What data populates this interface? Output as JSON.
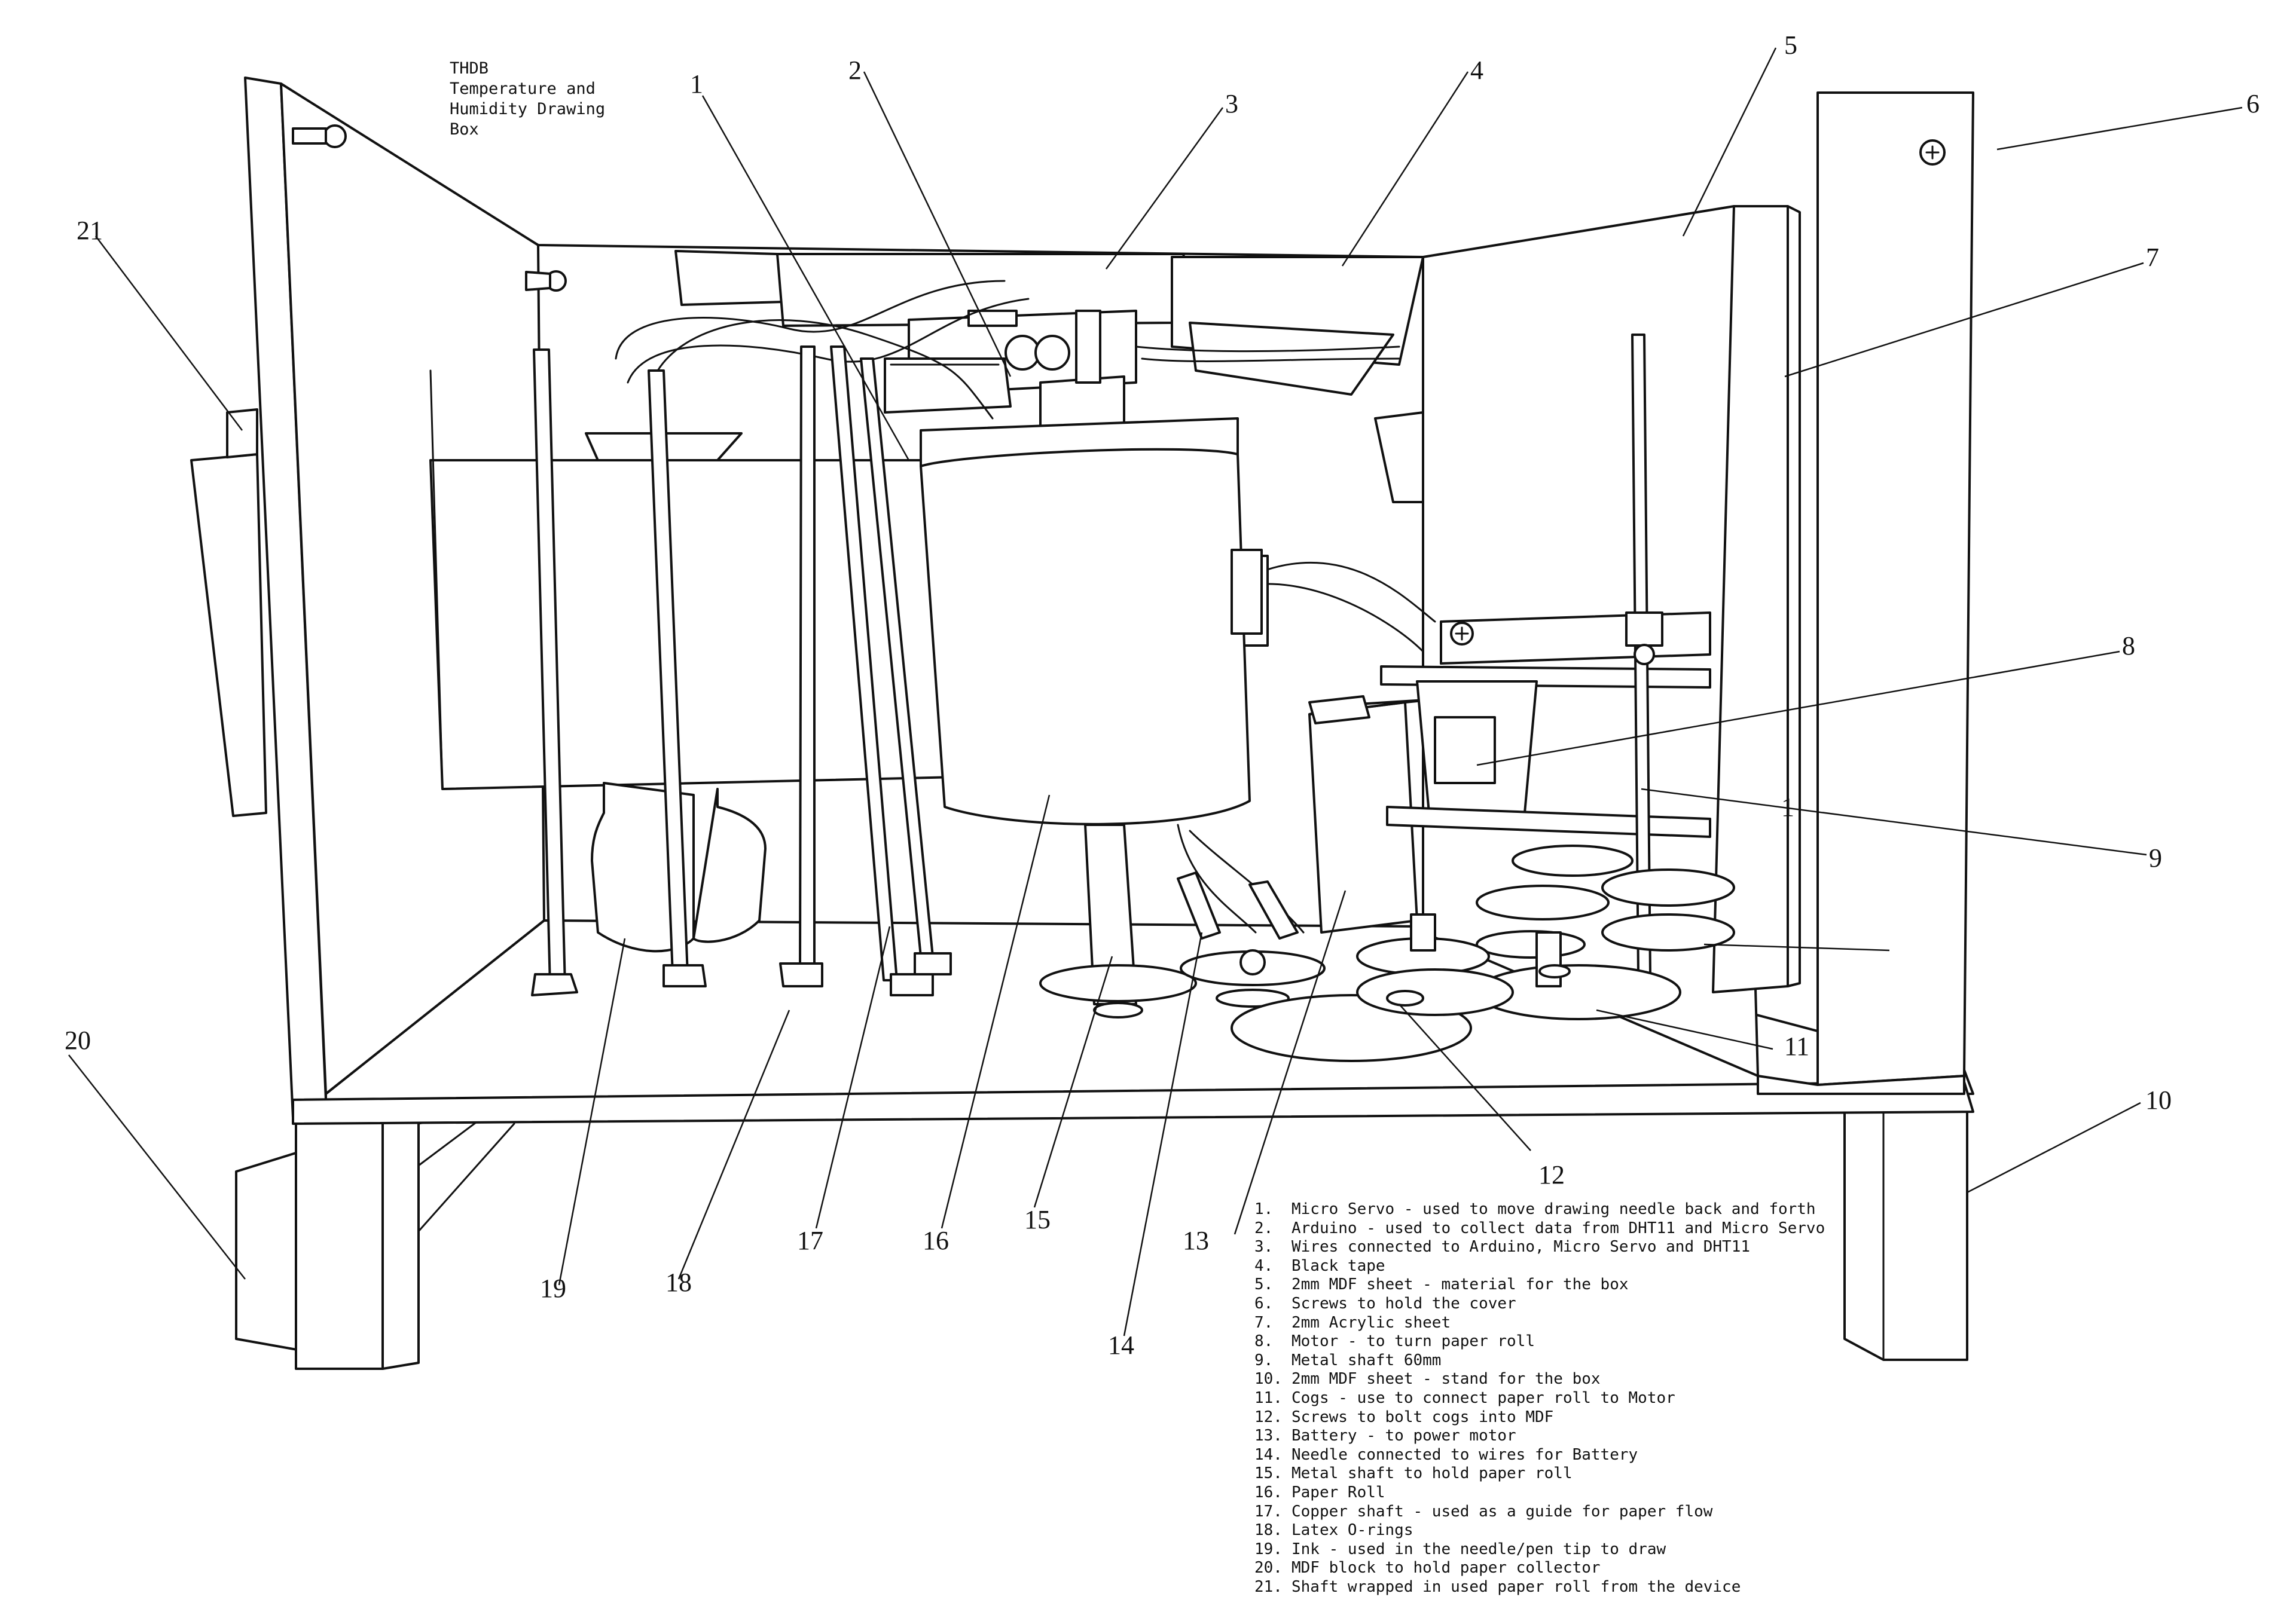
{
  "title": {
    "lines": [
      "THDB",
      "Temperature and",
      "Humidity Drawing",
      "Box"
    ]
  },
  "callouts": [
    {
      "id": "1",
      "label": "1"
    },
    {
      "id": "2",
      "label": "2"
    },
    {
      "id": "3",
      "label": "3"
    },
    {
      "id": "4",
      "label": "4"
    },
    {
      "id": "5",
      "label": "5"
    },
    {
      "id": "6",
      "label": "6"
    },
    {
      "id": "7",
      "label": "7"
    },
    {
      "id": "8",
      "label": "8"
    },
    {
      "id": "9",
      "label": "9"
    },
    {
      "id": "10",
      "label": "10"
    },
    {
      "id": "11",
      "label": "11"
    },
    {
      "id": "12",
      "label": "12"
    },
    {
      "id": "13",
      "label": "13"
    },
    {
      "id": "14",
      "label": "14"
    },
    {
      "id": "15",
      "label": "15"
    },
    {
      "id": "16",
      "label": "16"
    },
    {
      "id": "17",
      "label": "17"
    },
    {
      "id": "18",
      "label": "18"
    },
    {
      "id": "19",
      "label": "19"
    },
    {
      "id": "20",
      "label": "20"
    },
    {
      "id": "21",
      "label": "21"
    },
    {
      "id": "1b",
      "label": "1"
    }
  ],
  "legend": [
    {
      "index": "1.",
      "text": "Micro Servo - used to move drawing needle back and forth"
    },
    {
      "index": "2.",
      "text": "Arduino - used to collect data from DHT11 and Micro Servo"
    },
    {
      "index": "3.",
      "text": "Wires connected to Arduino, Micro Servo and DHT11"
    },
    {
      "index": "4.",
      "text": "Black tape"
    },
    {
      "index": "5.",
      "text": "2mm MDF sheet - material for the box"
    },
    {
      "index": "6.",
      "text": "Screws to hold the cover"
    },
    {
      "index": "7.",
      "text": "2mm Acrylic sheet"
    },
    {
      "index": "8.",
      "text": "Motor - to turn paper roll"
    },
    {
      "index": "9.",
      "text": "Metal shaft 60mm"
    },
    {
      "index": "10.",
      "text": "2mm MDF sheet - stand for the box"
    },
    {
      "index": "11.",
      "text": "Cogs - use to connect paper roll to Motor"
    },
    {
      "index": "12.",
      "text": "Screws to bolt cogs into MDF"
    },
    {
      "index": "13.",
      "text": "Battery - to power motor"
    },
    {
      "index": "14.",
      "text": "Needle connected to wires for Battery"
    },
    {
      "index": "15.",
      "text": "Metal shaft to hold paper roll"
    },
    {
      "index": "16.",
      "text": "Paper Roll"
    },
    {
      "index": "17.",
      "text": "Copper shaft - used as a guide for paper flow"
    },
    {
      "index": "18.",
      "text": "Latex O-rings"
    },
    {
      "index": "19.",
      "text": "Ink - used in the needle/pen tip to draw"
    },
    {
      "index": "20.",
      "text": "MDF block to hold paper collector"
    },
    {
      "index": "21.",
      "text": "Shaft wrapped in used paper roll from the device"
    }
  ]
}
